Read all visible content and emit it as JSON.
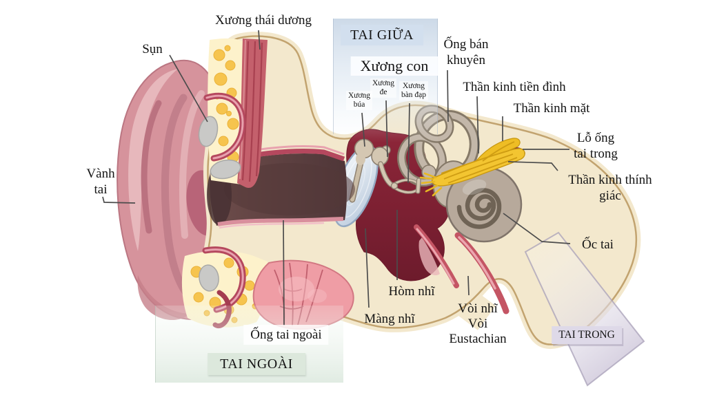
{
  "regions": {
    "middle_ear": "TAI GIỮA",
    "outer_ear": "TAI NGOÀI",
    "inner_ear": "TAI TRONG",
    "ossicles": "Xương con"
  },
  "labels": {
    "temporal_bone": "Xương thái dương",
    "cartilage": "Sụn",
    "auricle": "Vành\ntai",
    "malleus": "Xương\nbúa",
    "incus": "Xương\nđe",
    "stapes": "Xương\nbàn đạp",
    "semicircular_canals": "Ống bán\nkhuyên",
    "vestibular_nerve": "Thần kinh tiền đình",
    "facial_nerve": "Thần kinh mặt",
    "internal_acoustic_opening": "Lỗ ống\ntai trong",
    "auditory_nerve": "Thần kinh thính giác",
    "cochlea": "Ốc tai",
    "tympanic_cavity": "Hòm nhĩ",
    "eardrum": "Màng nhĩ",
    "eustachian_tube": "Vòi nhĩ\nVòi\nEustachian",
    "ear_canal": "Ống tai ngoài"
  },
  "colors": {
    "bone_cream": "#f3e8cd",
    "bone_speckle": "#d9c094",
    "cavity_red": "#7c2133",
    "nerve_yellow": "#f3c531",
    "cochlea_gray": "#b7a99b",
    "pinna_pink": "#d6939c",
    "fat_yellow": "#f6c44e",
    "cartilage_gray": "#c9c9c7",
    "eardrum_blue": "#dfe9f4",
    "middle_ear_band": "#cddbea",
    "outer_ear_panel": "#dce8dc",
    "inner_ear_band": "#ded9e8",
    "label_text": "#141414",
    "leader_line": "#4c4c4c"
  }
}
